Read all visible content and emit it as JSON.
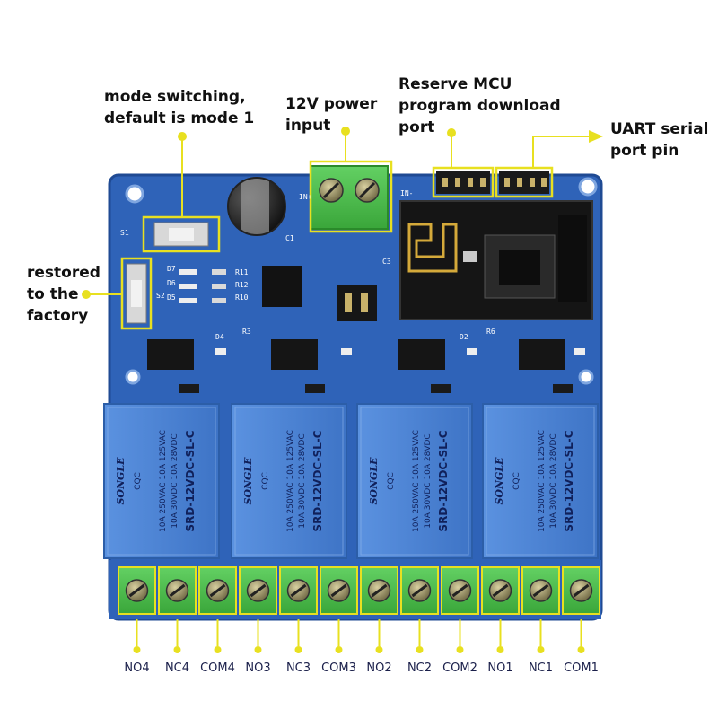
{
  "callouts": {
    "mode_switch": "mode switching,\ndefault is mode 1",
    "power_input": "12V power\ninput",
    "mcu_port": "Reserve MCU\nprogram download\nport",
    "uart": "UART serial\nport pin",
    "factory_reset": "restored\nto the\nfactory"
  },
  "relay": {
    "brand": "SONGLE",
    "model": "SRD-12VDC-SL-C",
    "rating_1": "10A 250VAC  10A 125VAC",
    "rating_2": "10A  30VDC  10A  28VDC",
    "cert": "CQC"
  },
  "silkscreen": {
    "s1": "S1",
    "s2": "S2",
    "in_plus": "IN+",
    "in_minus": "IN-",
    "c1": "C1",
    "c3": "C3",
    "r11": "R11",
    "r12": "R12",
    "r10": "R10",
    "r3": "R3",
    "r6": "R6",
    "d4": "D4",
    "d2": "D2",
    "d7": "D7",
    "d6": "D6",
    "d5": "D5"
  },
  "terminals": [
    "NO4",
    "NC4",
    "COM4",
    "NO3",
    "NC3",
    "COM3",
    "NO2",
    "NC2",
    "COM2",
    "NO1",
    "NC1",
    "COM1"
  ],
  "colors": {
    "board": "#2f63b8",
    "board_edge": "#1f4a93",
    "relay": "#4f86d8",
    "terminal": "#4fc24f",
    "highlight": "#e8e020",
    "pin_header": "#1a1a1a"
  }
}
